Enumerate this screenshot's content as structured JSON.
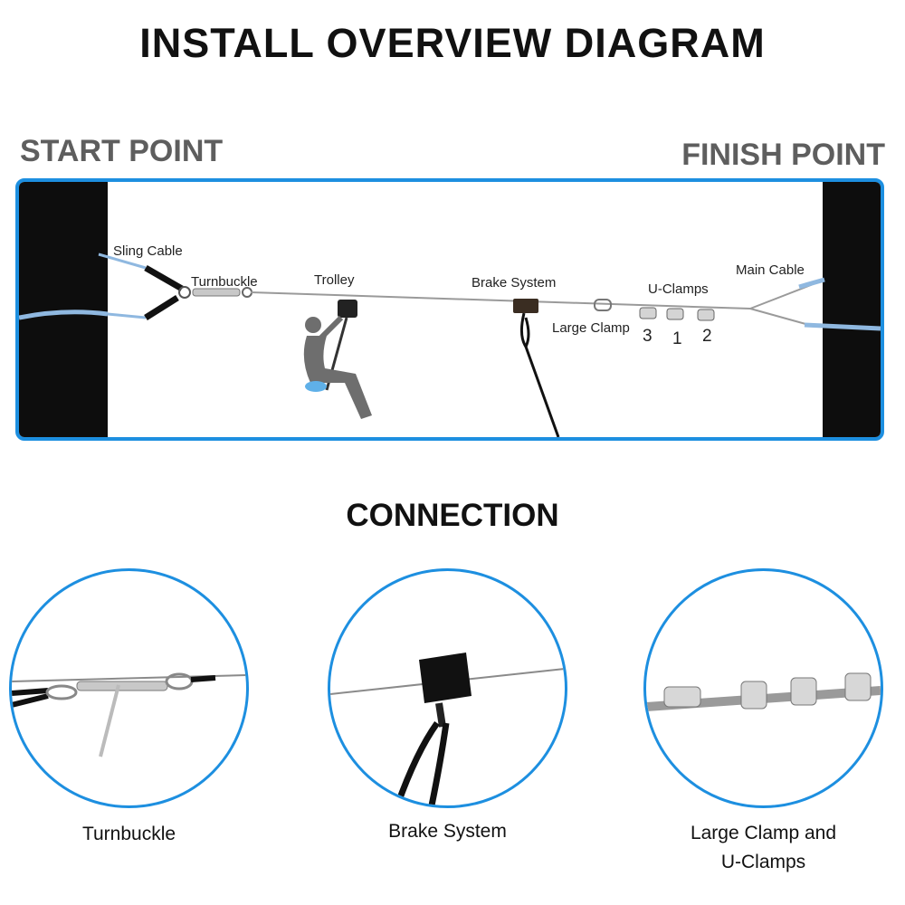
{
  "header": {
    "title": "INSTALL OVERVIEW DIAGRAM"
  },
  "points": {
    "start": "START POINT",
    "finish": "FINISH POINT"
  },
  "diagram": {
    "labels": {
      "sling_cable": "Sling Cable",
      "turnbuckle": "Turnbuckle",
      "trolley": "Trolley",
      "brake_system": "Brake System",
      "large_clamp": "Large Clamp",
      "u_clamps": "U-Clamps",
      "main_cable": "Main Cable"
    },
    "clamp_order": [
      "3",
      "1",
      "2"
    ]
  },
  "connection": {
    "title": "CONNECTION",
    "captions": {
      "turnbuckle": "Turnbuckle",
      "brake": "Brake System",
      "clamps_line1": "Large Clamp and",
      "clamps_line2": "U-Clamps"
    }
  },
  "colors": {
    "accent": "#1d8fe0",
    "tree": "#0d0d0d",
    "cable": "#9a9a9a",
    "sling": "#8fb8e0"
  }
}
